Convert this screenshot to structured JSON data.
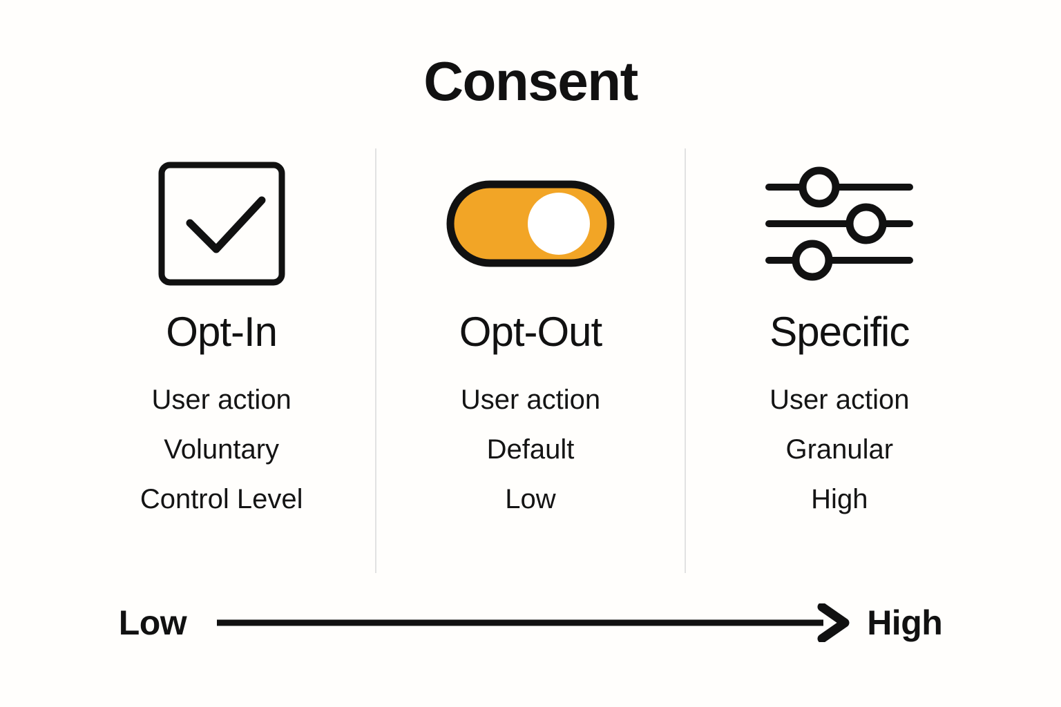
{
  "title": "Consent",
  "columns": [
    {
      "icon": "checkbox-checked-icon",
      "heading": "Opt-In",
      "attributes": [
        "User action",
        "Voluntary",
        "Control Level"
      ]
    },
    {
      "icon": "toggle-switch-on-icon",
      "heading": "Opt-Out",
      "attributes": [
        "User action",
        "Default",
        "Low"
      ]
    },
    {
      "icon": "sliders-icon",
      "heading": "Specific",
      "attributes": [
        "User action",
        "Granular",
        "High"
      ]
    }
  ],
  "scale": {
    "low_label": "Low",
    "high_label": "High",
    "arrow": "right-arrow-icon"
  },
  "colors": {
    "background": "#fffefc",
    "ink": "#111111",
    "accent_orange": "#f2a526",
    "divider": "#e2e2e2",
    "knob_white": "#ffffff"
  }
}
